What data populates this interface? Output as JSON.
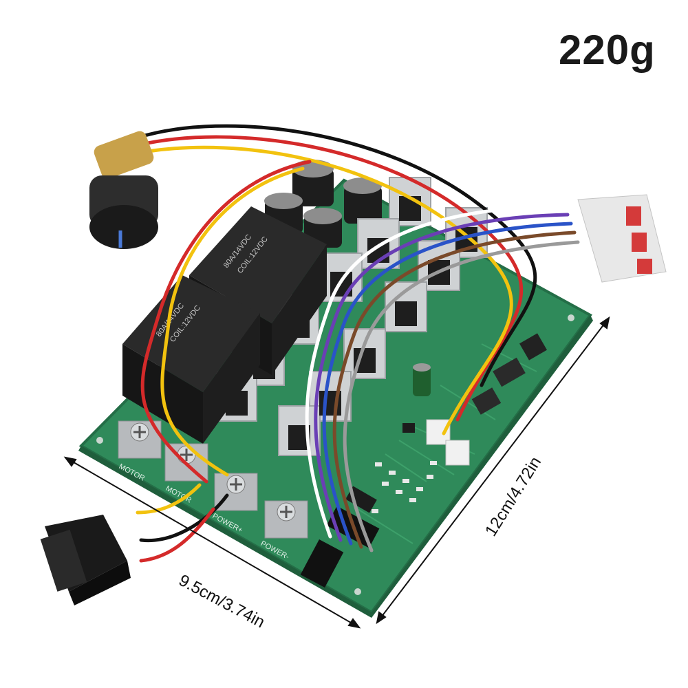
{
  "weight": "220g",
  "dimensions": {
    "width": "9.5cm/3.74in",
    "length": "12cm/4.72in"
  },
  "board_labels": {
    "motor_1": "MOTOR",
    "motor_2": "MOTOR",
    "power_pos": "POWER+",
    "power_neg": "POWER-"
  },
  "relay_text": {
    "rating": "80A/14VDC",
    "coil": "COIL:12VDC"
  },
  "colors": {
    "pcb": "#2f8a5a",
    "pcb_edge": "#246e47",
    "relay": "#1e1e1e",
    "heatsink": "#cfd2d4",
    "wires": [
      "#111111",
      "#d42a2a",
      "#f2c20f",
      "#ffffff",
      "#6a3fb5",
      "#2a53c8",
      "#7a4a2a",
      "#9a9a9a"
    ]
  },
  "icons": [
    "potentiometer-knob",
    "rocker-switch",
    "led-display",
    "screw-terminal"
  ]
}
